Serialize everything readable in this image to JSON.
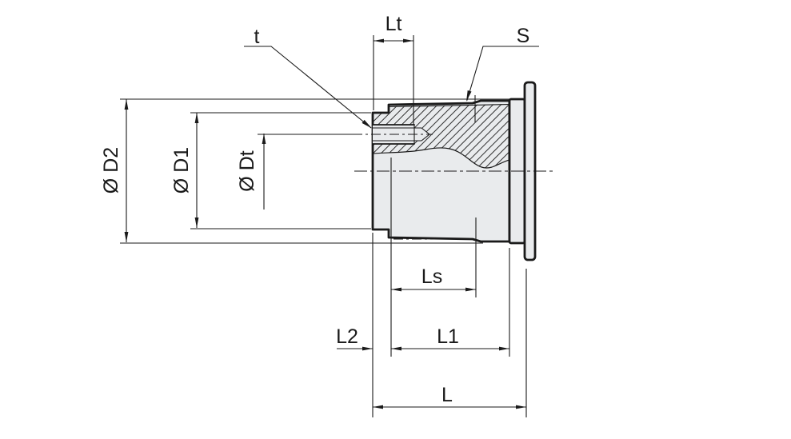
{
  "drawing": {
    "dimension_labels": {
      "t": "t",
      "lt": "Lt",
      "s": "S",
      "d2": "Ø D2",
      "d1": "Ø D1",
      "dt": "Ø Dt",
      "ls": "Ls",
      "l2": "L2",
      "l1": "L1",
      "l": "L"
    },
    "colors": {
      "line": "#1a1a1a",
      "part_fill": "#e9ebed",
      "background": "#ffffff"
    }
  }
}
